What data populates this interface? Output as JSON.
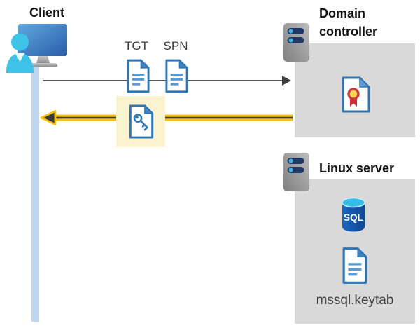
{
  "diagram": {
    "client": {
      "label": "Client"
    },
    "flow": {
      "tgt_label": "TGT",
      "spn_label": "SPN"
    },
    "domain_controller": {
      "label": "Domain controller"
    },
    "linux_server": {
      "label": "Linux server",
      "sql_text": "SQL",
      "keytab_label": "mssql.keytab"
    },
    "colors": {
      "doc_border_blue": "#2e75b6",
      "doc_fold_blue": "#3f83c5",
      "doc_line_blue": "#5b9bd5",
      "response_yellow": "#ffc000",
      "highlight_yellow": "#fbf3cf",
      "zone_gray": "#d9d9d9",
      "lifeline_blue": "#bdd7f1",
      "request_gray": "#595959",
      "server_slot_navy": "#1f3864",
      "server_dot_cyan": "#41b6e6",
      "sql_body_blue": "#1a5fbe",
      "sql_top_cyan": "#35bde8",
      "cert_ring_red": "#d1383e",
      "cert_center_yellow": "#ffd44e",
      "person_cyan": "#3ec3e8"
    }
  }
}
